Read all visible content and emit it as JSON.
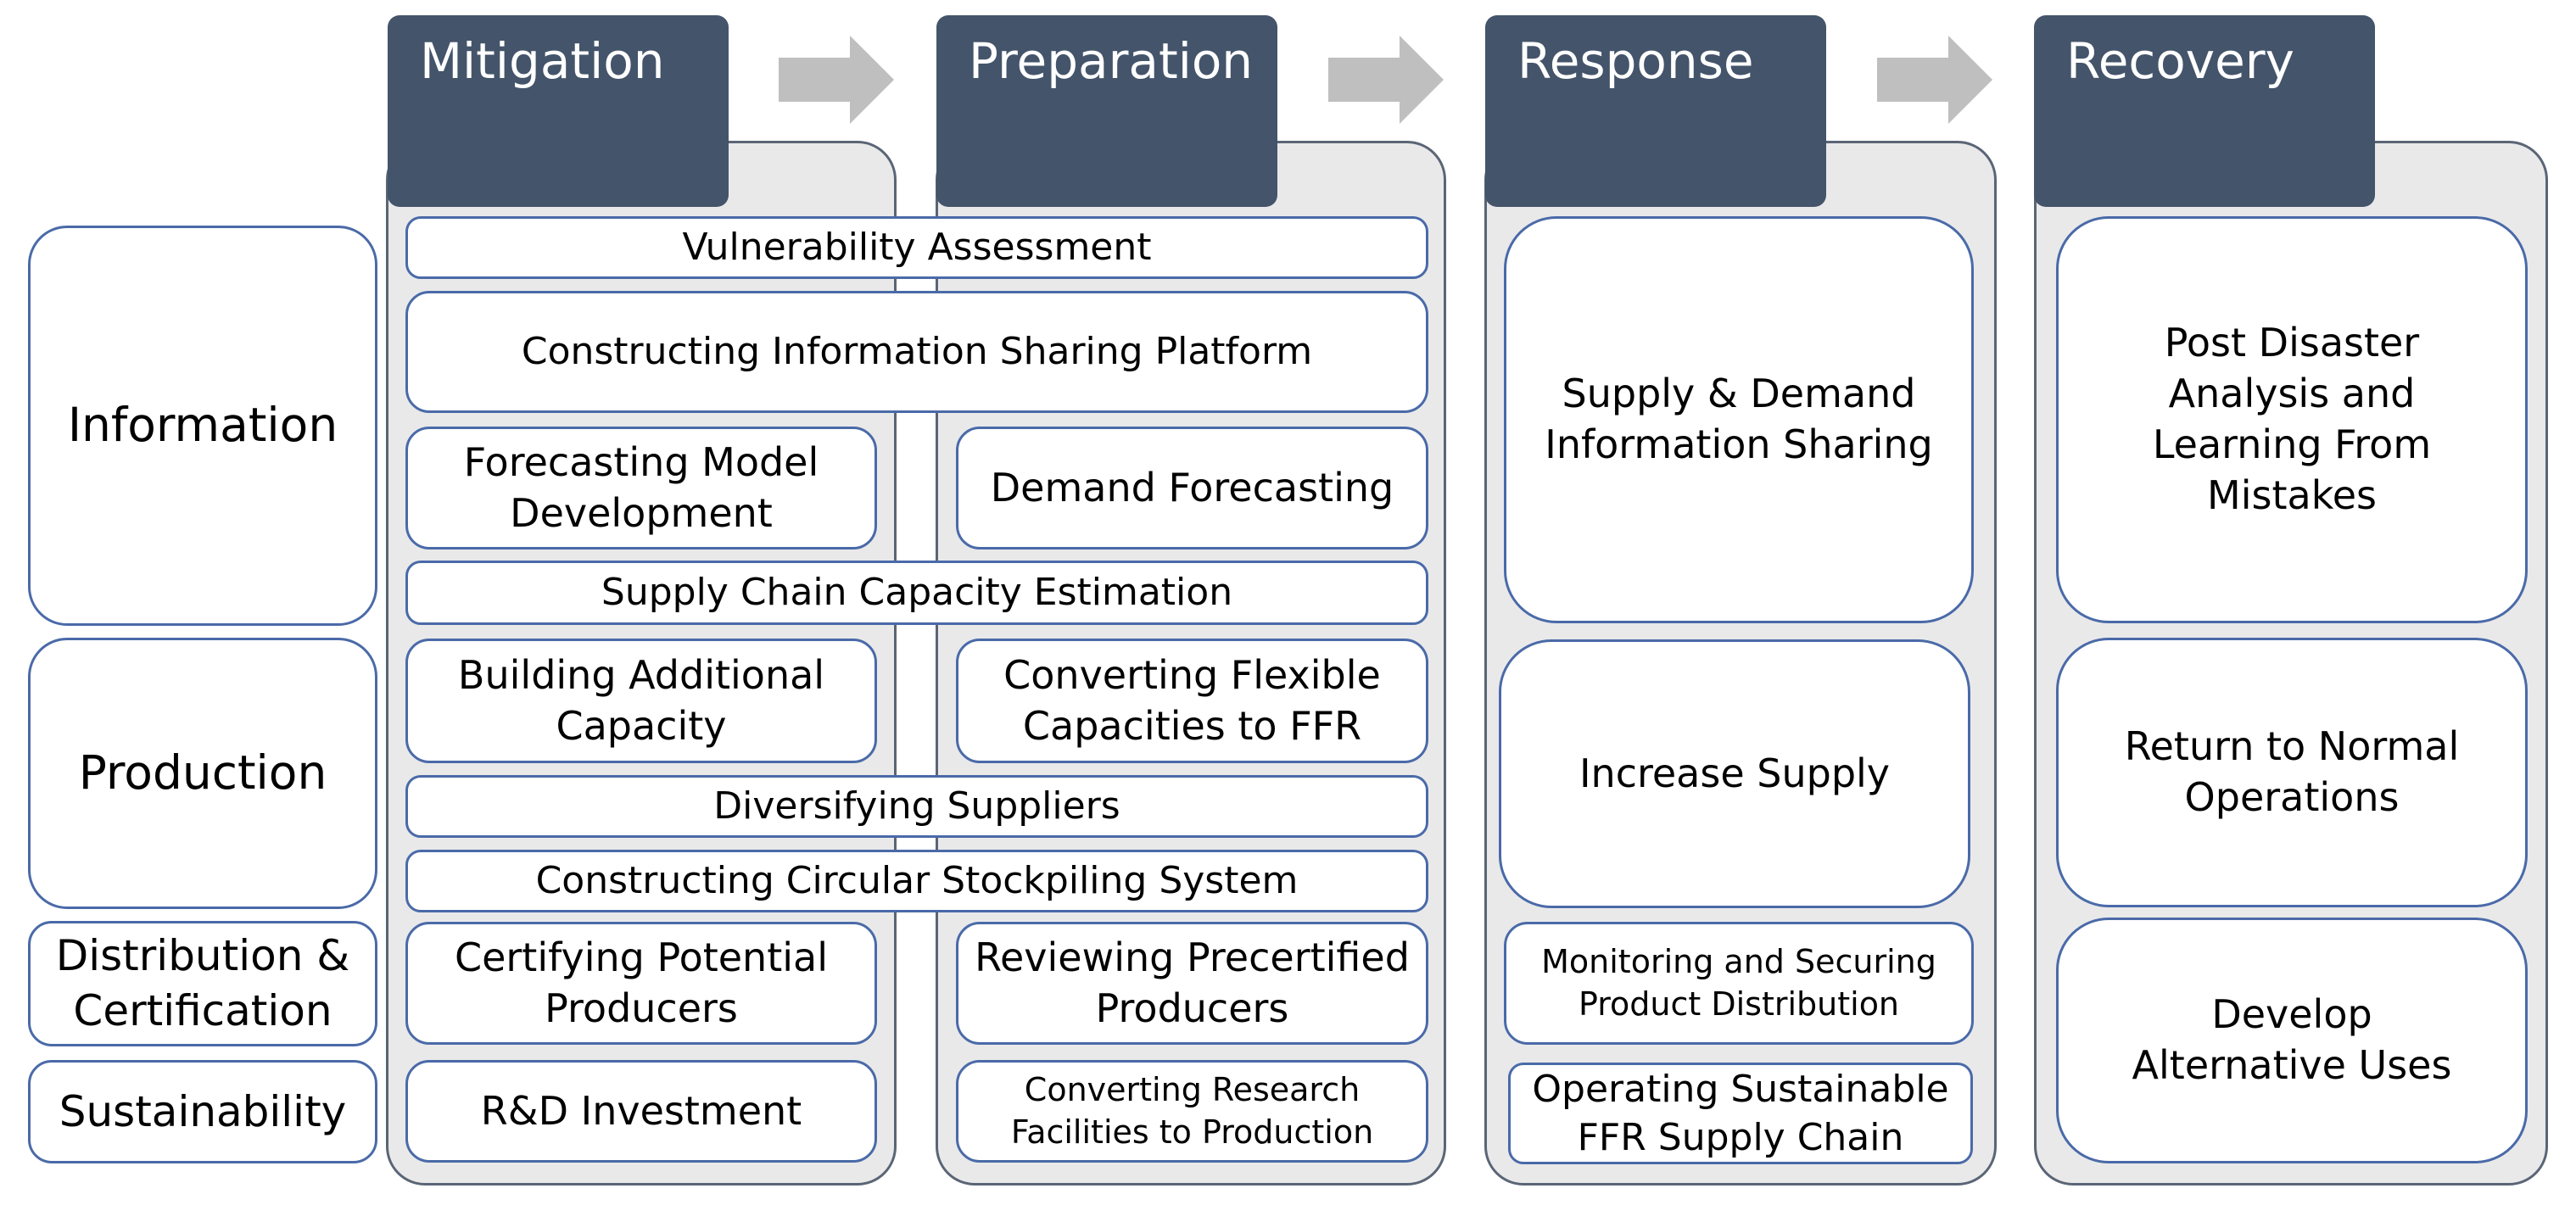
{
  "phases": {
    "mitigation": "Mitigation",
    "preparation": "Preparation",
    "response": "Response",
    "recovery": "Recovery"
  },
  "categories": {
    "information": "Information",
    "production": "Production",
    "distribution": "Distribution & Certification",
    "sustainability": "Sustainability"
  },
  "activities": {
    "vulnerability_assessment": "Vulnerability Assessment",
    "info_sharing_platform": "Constructing Information Sharing Platform",
    "forecasting_model": "Forecasting Model Development",
    "demand_forecasting": "Demand Forecasting",
    "capacity_estimation": "Supply Chain Capacity Estimation",
    "building_capacity": "Building Additional Capacity",
    "converting_flexible": "Converting Flexible Capacities to FFR",
    "diversifying_suppliers": "Diversifying Suppliers",
    "circular_stockpiling": "Constructing Circular Stockpiling System",
    "certifying_producers": "Certifying Potential Producers",
    "reviewing_precertified": "Reviewing Precertified Producers",
    "rd_investment": "R&D Investment",
    "converting_research": "Converting Research Facilities to Production",
    "supply_demand_sharing": "Supply & Demand Information Sharing",
    "increase_supply": "Increase Supply",
    "monitoring_distribution": "Monitoring and Securing Product Distribution",
    "operating_sustainable": "Operating Sustainable FFR Supply Chain",
    "post_disaster": "Post Disaster Analysis and Learning From Mistakes",
    "return_normal": "Return to Normal Operations",
    "alternative_uses": "Develop Alternative Uses"
  },
  "icons": {
    "phase_arrow": "right-arrow-icon"
  },
  "colors": {
    "header_bg": "#44546a",
    "column_bg": "#e9e9ea",
    "box_border": "#4a6aa8",
    "arrow": "#bfbfbf"
  }
}
